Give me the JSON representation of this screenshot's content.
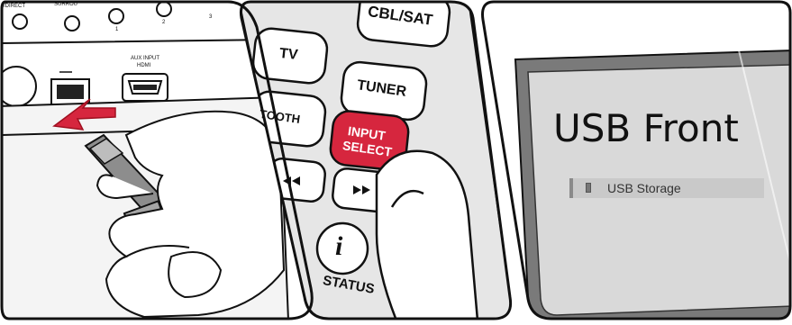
{
  "panel_left": {
    "jack_labels": [
      "/DIRECT",
      "SURROU",
      "1",
      "2",
      "3"
    ],
    "aux_label_line1": "AUX INPUT",
    "aux_label_line2": "HDMI"
  },
  "panel_middle": {
    "buttons": {
      "cbl_sat": "CBL/SAT",
      "tv": "TV",
      "tuner": "TUNER",
      "bluetooth": "TOOTH",
      "input_select_line1": "INPUT",
      "input_select_line2": "SELECT",
      "status_icon": "i",
      "status": "STATUS"
    }
  },
  "panel_right": {
    "screen_title": "USB Front",
    "list_item": "USB Storage"
  },
  "colors": {
    "input_select": "#d6263e",
    "screen": "#d9d9d9",
    "frame": "#7a7a7a"
  }
}
